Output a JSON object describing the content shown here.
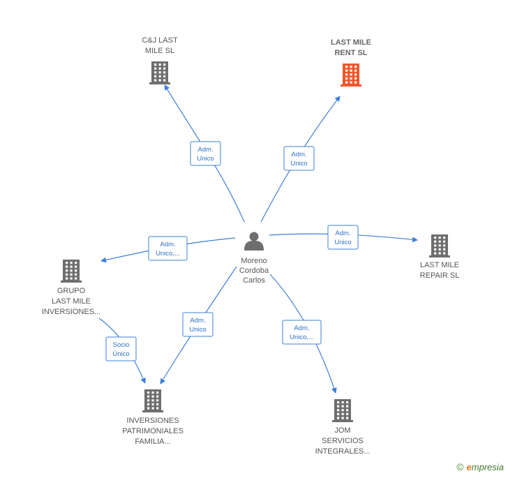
{
  "center": {
    "name_lines": [
      "Moreno",
      "Cordoba",
      "Carlos"
    ],
    "icon": "person-icon"
  },
  "companies": [
    {
      "id": "cj-last-mile",
      "lines": [
        "C&J LAST",
        "MILE  SL"
      ],
      "highlight": false,
      "icon": "building-icon"
    },
    {
      "id": "last-mile-rent",
      "lines": [
        "LAST MILE",
        "RENT  SL"
      ],
      "highlight": true,
      "icon": "building-icon"
    },
    {
      "id": "last-mile-repair",
      "lines": [
        "LAST MILE",
        "REPAIR  SL"
      ],
      "highlight": false,
      "icon": "building-icon"
    },
    {
      "id": "grupo-last-mile",
      "lines": [
        "GRUPO",
        "LAST MILE",
        "INVERSIONES..."
      ],
      "highlight": false,
      "icon": "building-icon"
    },
    {
      "id": "inversiones-patrimoniales",
      "lines": [
        "INVERSIONES",
        "PATRIMONIALES",
        "FAMILIA..."
      ],
      "highlight": false,
      "icon": "building-icon"
    },
    {
      "id": "jom-servicios",
      "lines": [
        "JOM",
        "SERVICIOS",
        "INTEGRALES..."
      ],
      "highlight": false,
      "icon": "building-icon"
    }
  ],
  "edges": [
    {
      "id": "e-cj",
      "lines": [
        "Adm.",
        "Unico"
      ]
    },
    {
      "id": "e-rent",
      "lines": [
        "Adm.",
        "Unico"
      ]
    },
    {
      "id": "e-repair",
      "lines": [
        "Adm.",
        "Unico"
      ]
    },
    {
      "id": "e-grupo",
      "lines": [
        "Adm.",
        "Unico,..."
      ]
    },
    {
      "id": "e-inv",
      "lines": [
        "Adm.",
        "Unico"
      ]
    },
    {
      "id": "e-jom",
      "lines": [
        "Adm.",
        "Unico,..."
      ]
    },
    {
      "id": "e-grupo-inv",
      "lines": [
        "Socio",
        "Único"
      ]
    }
  ],
  "colors": {
    "building": "#6e6e6e",
    "building_highlight": "#f0562b",
    "edge": "#3f7fd6",
    "person": "#6e6e6e"
  },
  "footer": {
    "copyright": "©",
    "brand_initial": "e",
    "brand_rest": "mpresia"
  }
}
